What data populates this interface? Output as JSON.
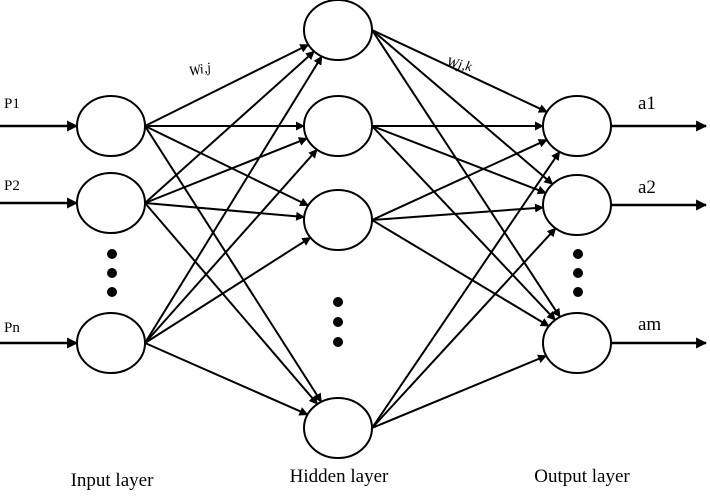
{
  "diagram": {
    "inputs": [
      "P1",
      "P2",
      "Pn"
    ],
    "hidden_count_shown": 4,
    "outputs": [
      "a1",
      "a2",
      "am"
    ],
    "weights": {
      "input_hidden": "Wi,j",
      "hidden_output": "Wj,k"
    },
    "layers": {
      "input": "Input layer",
      "hidden": "Hidden layer",
      "output": "Output layer"
    },
    "colors": {
      "stroke": "#000000",
      "node_fill": "#ffffff",
      "background": "#ffffff"
    }
  }
}
